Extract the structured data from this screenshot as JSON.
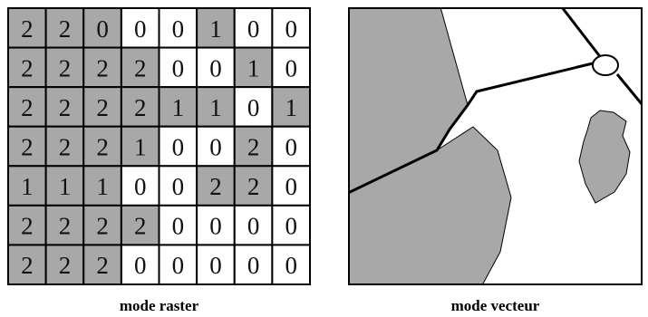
{
  "raster": {
    "caption": "mode raster",
    "rows": [
      [
        2,
        2,
        0,
        0,
        0,
        1,
        0,
        0
      ],
      [
        2,
        2,
        2,
        2,
        0,
        0,
        1,
        0
      ],
      [
        2,
        2,
        2,
        2,
        1,
        1,
        0,
        1
      ],
      [
        2,
        2,
        2,
        1,
        0,
        0,
        2,
        0
      ],
      [
        1,
        1,
        1,
        0,
        0,
        2,
        2,
        0
      ],
      [
        2,
        2,
        2,
        2,
        0,
        0,
        0,
        0
      ],
      [
        2,
        2,
        2,
        0,
        0,
        0,
        0,
        0
      ]
    ],
    "shaded": [
      [
        1,
        1,
        1,
        0,
        0,
        1,
        0,
        0
      ],
      [
        1,
        1,
        1,
        1,
        0,
        0,
        1,
        0
      ],
      [
        1,
        1,
        1,
        1,
        1,
        1,
        0,
        1
      ],
      [
        1,
        1,
        1,
        1,
        0,
        0,
        1,
        0
      ],
      [
        1,
        1,
        1,
        0,
        0,
        1,
        1,
        0
      ],
      [
        1,
        1,
        1,
        1,
        0,
        0,
        0,
        0
      ],
      [
        1,
        1,
        1,
        0,
        0,
        0,
        0,
        0
      ]
    ]
  },
  "vector": {
    "caption": "mode vecteur"
  },
  "colors": {
    "shade": "#a8a8a8",
    "background": "#ffffff",
    "line": "#000000"
  }
}
